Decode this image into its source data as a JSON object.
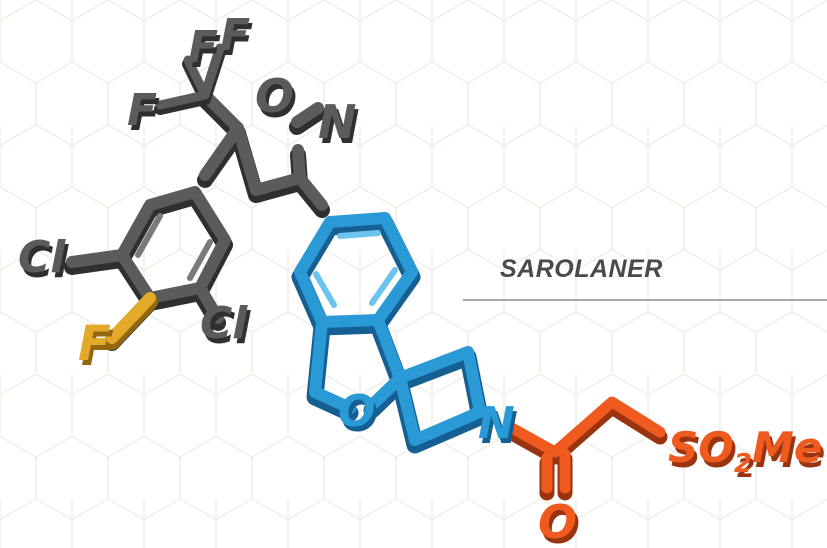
{
  "title": "SAROLANER",
  "atoms": {
    "f1": "F",
    "f2": "F",
    "f3": "F",
    "o_isox": "O",
    "n_isox": "N",
    "cl1": "Cl",
    "cl2": "Cl",
    "f_ar": "F",
    "o_spiro": "O",
    "n_aze": "N",
    "o_carbonyl": "O",
    "so2": "SO",
    "so2_sub": "2",
    "me": "Me"
  },
  "colors": {
    "gray": "#5b5b5d",
    "gray_shadow": "#2f2f31",
    "blue": "#2a9ad6",
    "blue_shadow": "#155f93",
    "orange": "#ef5a1f",
    "orange_shadow": "#9a3410",
    "gold": "#e3a92a",
    "gold_shadow": "#94670e",
    "hex_pattern": "#e6e6de",
    "rule": "#a9a9a9",
    "title": "#4a4a4a"
  }
}
